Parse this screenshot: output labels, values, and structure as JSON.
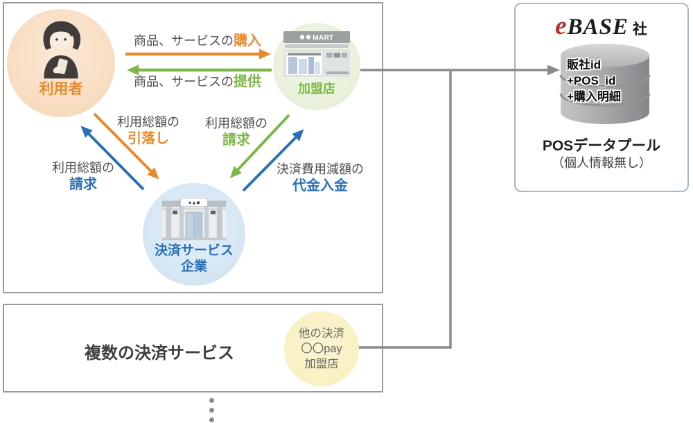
{
  "colors": {
    "orange": "#E78A2E",
    "green": "#7CB845",
    "blue": "#2A70B5",
    "label_gray": "#4D4D4D",
    "connector_gray": "#8A8A8A",
    "user_circle_bg": "#F8DDC1",
    "merchant_circle_bg": "#EAF1DD",
    "payment_circle_bg": "#D7E7F4",
    "otherpay_circle_bg": "#F8F1C2",
    "ebase_logo_red": "#BE2A2E",
    "box_border_gray": "#9A9A9A",
    "ebase_box_border": "#A3B8CC"
  },
  "main_box": {
    "user": {
      "label": "利用者",
      "icon": "person-with-smartphone-icon"
    },
    "merchant": {
      "label": "加盟店",
      "sign_text": "MART",
      "icon": "storefront-icon"
    },
    "payment_company": {
      "label_line1": "決済サービス",
      "label_line2": "企業",
      "sign_text": "●▲■",
      "icon": "office-building-icon"
    },
    "arrows": {
      "purchase": {
        "prefix": "商品、サービスの",
        "keyword": "購入"
      },
      "provide": {
        "prefix": "商品、サービスの",
        "keyword": "提供"
      },
      "withdraw": {
        "prefix": "利用総額の",
        "keyword": "引落し"
      },
      "bill_user": {
        "prefix": "利用総額の",
        "keyword": "請求"
      },
      "bill_merchant": {
        "prefix": "利用総額の",
        "keyword": "請求"
      },
      "proceeds": {
        "prefix": "決済費用減額の",
        "keyword": "代金入金"
      }
    }
  },
  "ebase_box": {
    "logo_e": "e",
    "logo_rest": "BASE",
    "logo_suffix": "社",
    "db_lines": [
      "販社id",
      "+POS_id",
      "+購入明細"
    ],
    "db_icon": "database-cylinder-icon",
    "title": "POSデータプール",
    "subtitle": "（個人情報無し）"
  },
  "services_box": {
    "title": "複数の決済サービス",
    "other_pay": {
      "line1": "他の決済",
      "line2": "〇〇pay",
      "line3": "加盟店"
    }
  }
}
